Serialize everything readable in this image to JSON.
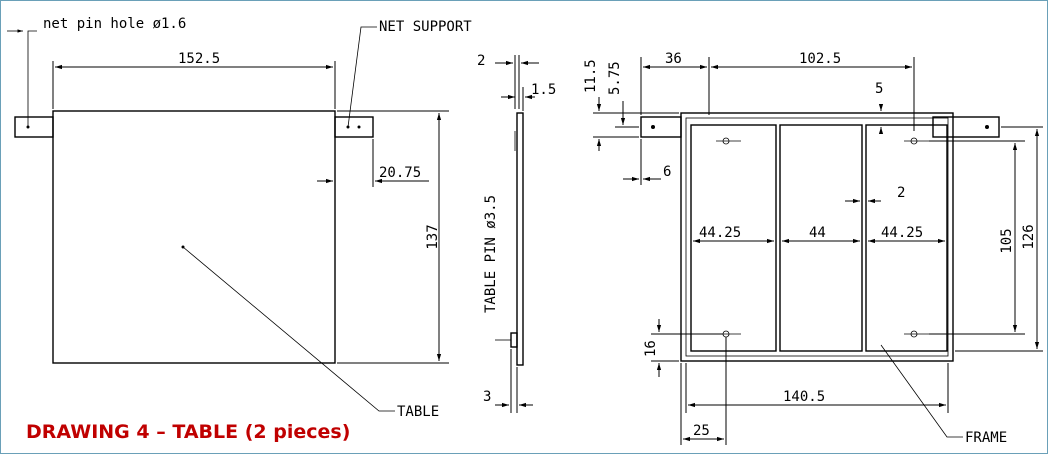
{
  "caption": "DRAWING 4 – TABLE (2 pieces)",
  "colors": {
    "caption": "#c00000",
    "line": "#000000",
    "border": "#6aa0b8"
  },
  "front_view": {
    "labels": {
      "net_pin_hole": "net pin hole ø1.6",
      "net_support": "NET SUPPORT",
      "table": "TABLE"
    },
    "dims": {
      "width": "152.5",
      "height": "137",
      "support_offset": "20.75"
    }
  },
  "side_view": {
    "labels": {
      "table_pin": "TABLE PIN ø3.5"
    },
    "dims": {
      "top_gap": "2",
      "thickness": "1.5",
      "bottom_gap": "3"
    }
  },
  "frame_view": {
    "labels": {
      "frame": "FRAME"
    },
    "dims": {
      "d36": "36",
      "d102_5": "102.5",
      "d11_5": "11.5",
      "d5_75": "5.75",
      "d5": "5",
      "d6": "6",
      "d2": "2",
      "d44_25_left": "44.25",
      "d44": "44",
      "d44_25_right": "44.25",
      "d105": "105",
      "d126": "126",
      "d16": "16",
      "d140_5": "140.5",
      "d25": "25"
    }
  }
}
